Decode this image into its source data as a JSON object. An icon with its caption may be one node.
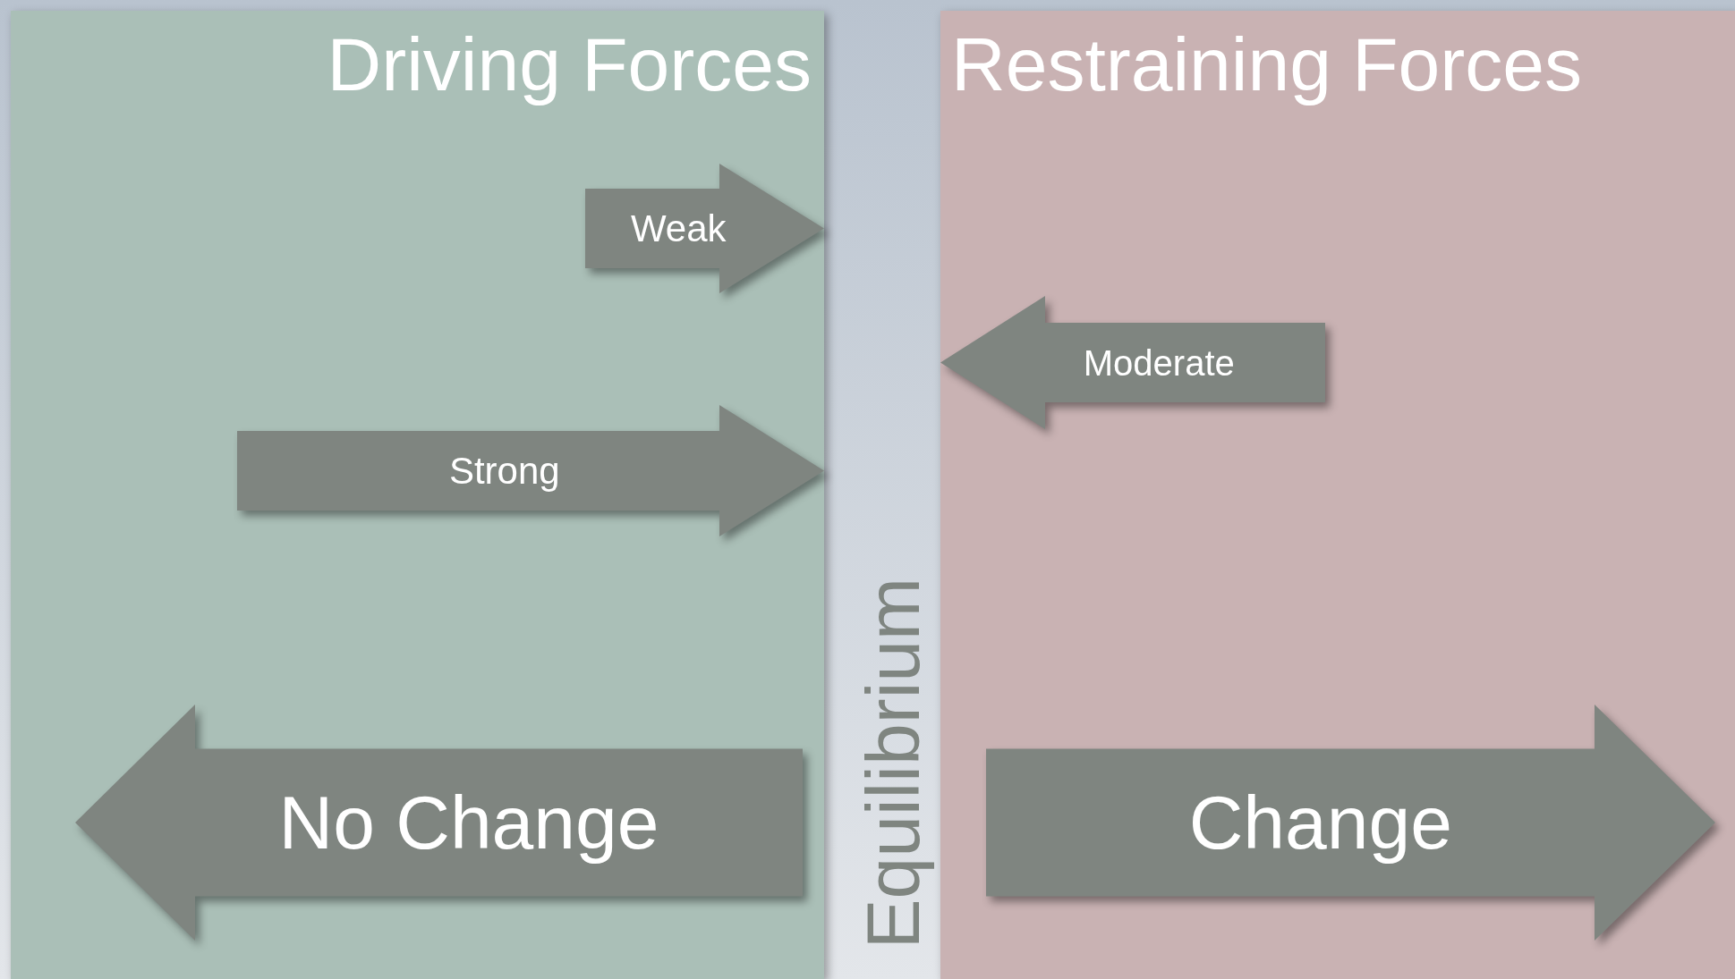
{
  "diagram": {
    "nodes": [
      {
        "text": [
          "Driving Forces"
        ]
      },
      {
        "text": [
          "Restraining Forces"
        ]
      },
      {
        "text": [
          "Weak"
        ],
        "in": 0
      },
      {
        "text": [
          "Strong"
        ],
        "in": 0
      },
      {
        "text": [
          "Moderate"
        ],
        "in": 1
      },
      {
        "text": [
          "No Change"
        ],
        "in": 0
      },
      {
        "text": [
          "Change"
        ],
        "in": 1
      }
    ],
    "labels": [
      "Equilibrium"
    ]
  }
}
